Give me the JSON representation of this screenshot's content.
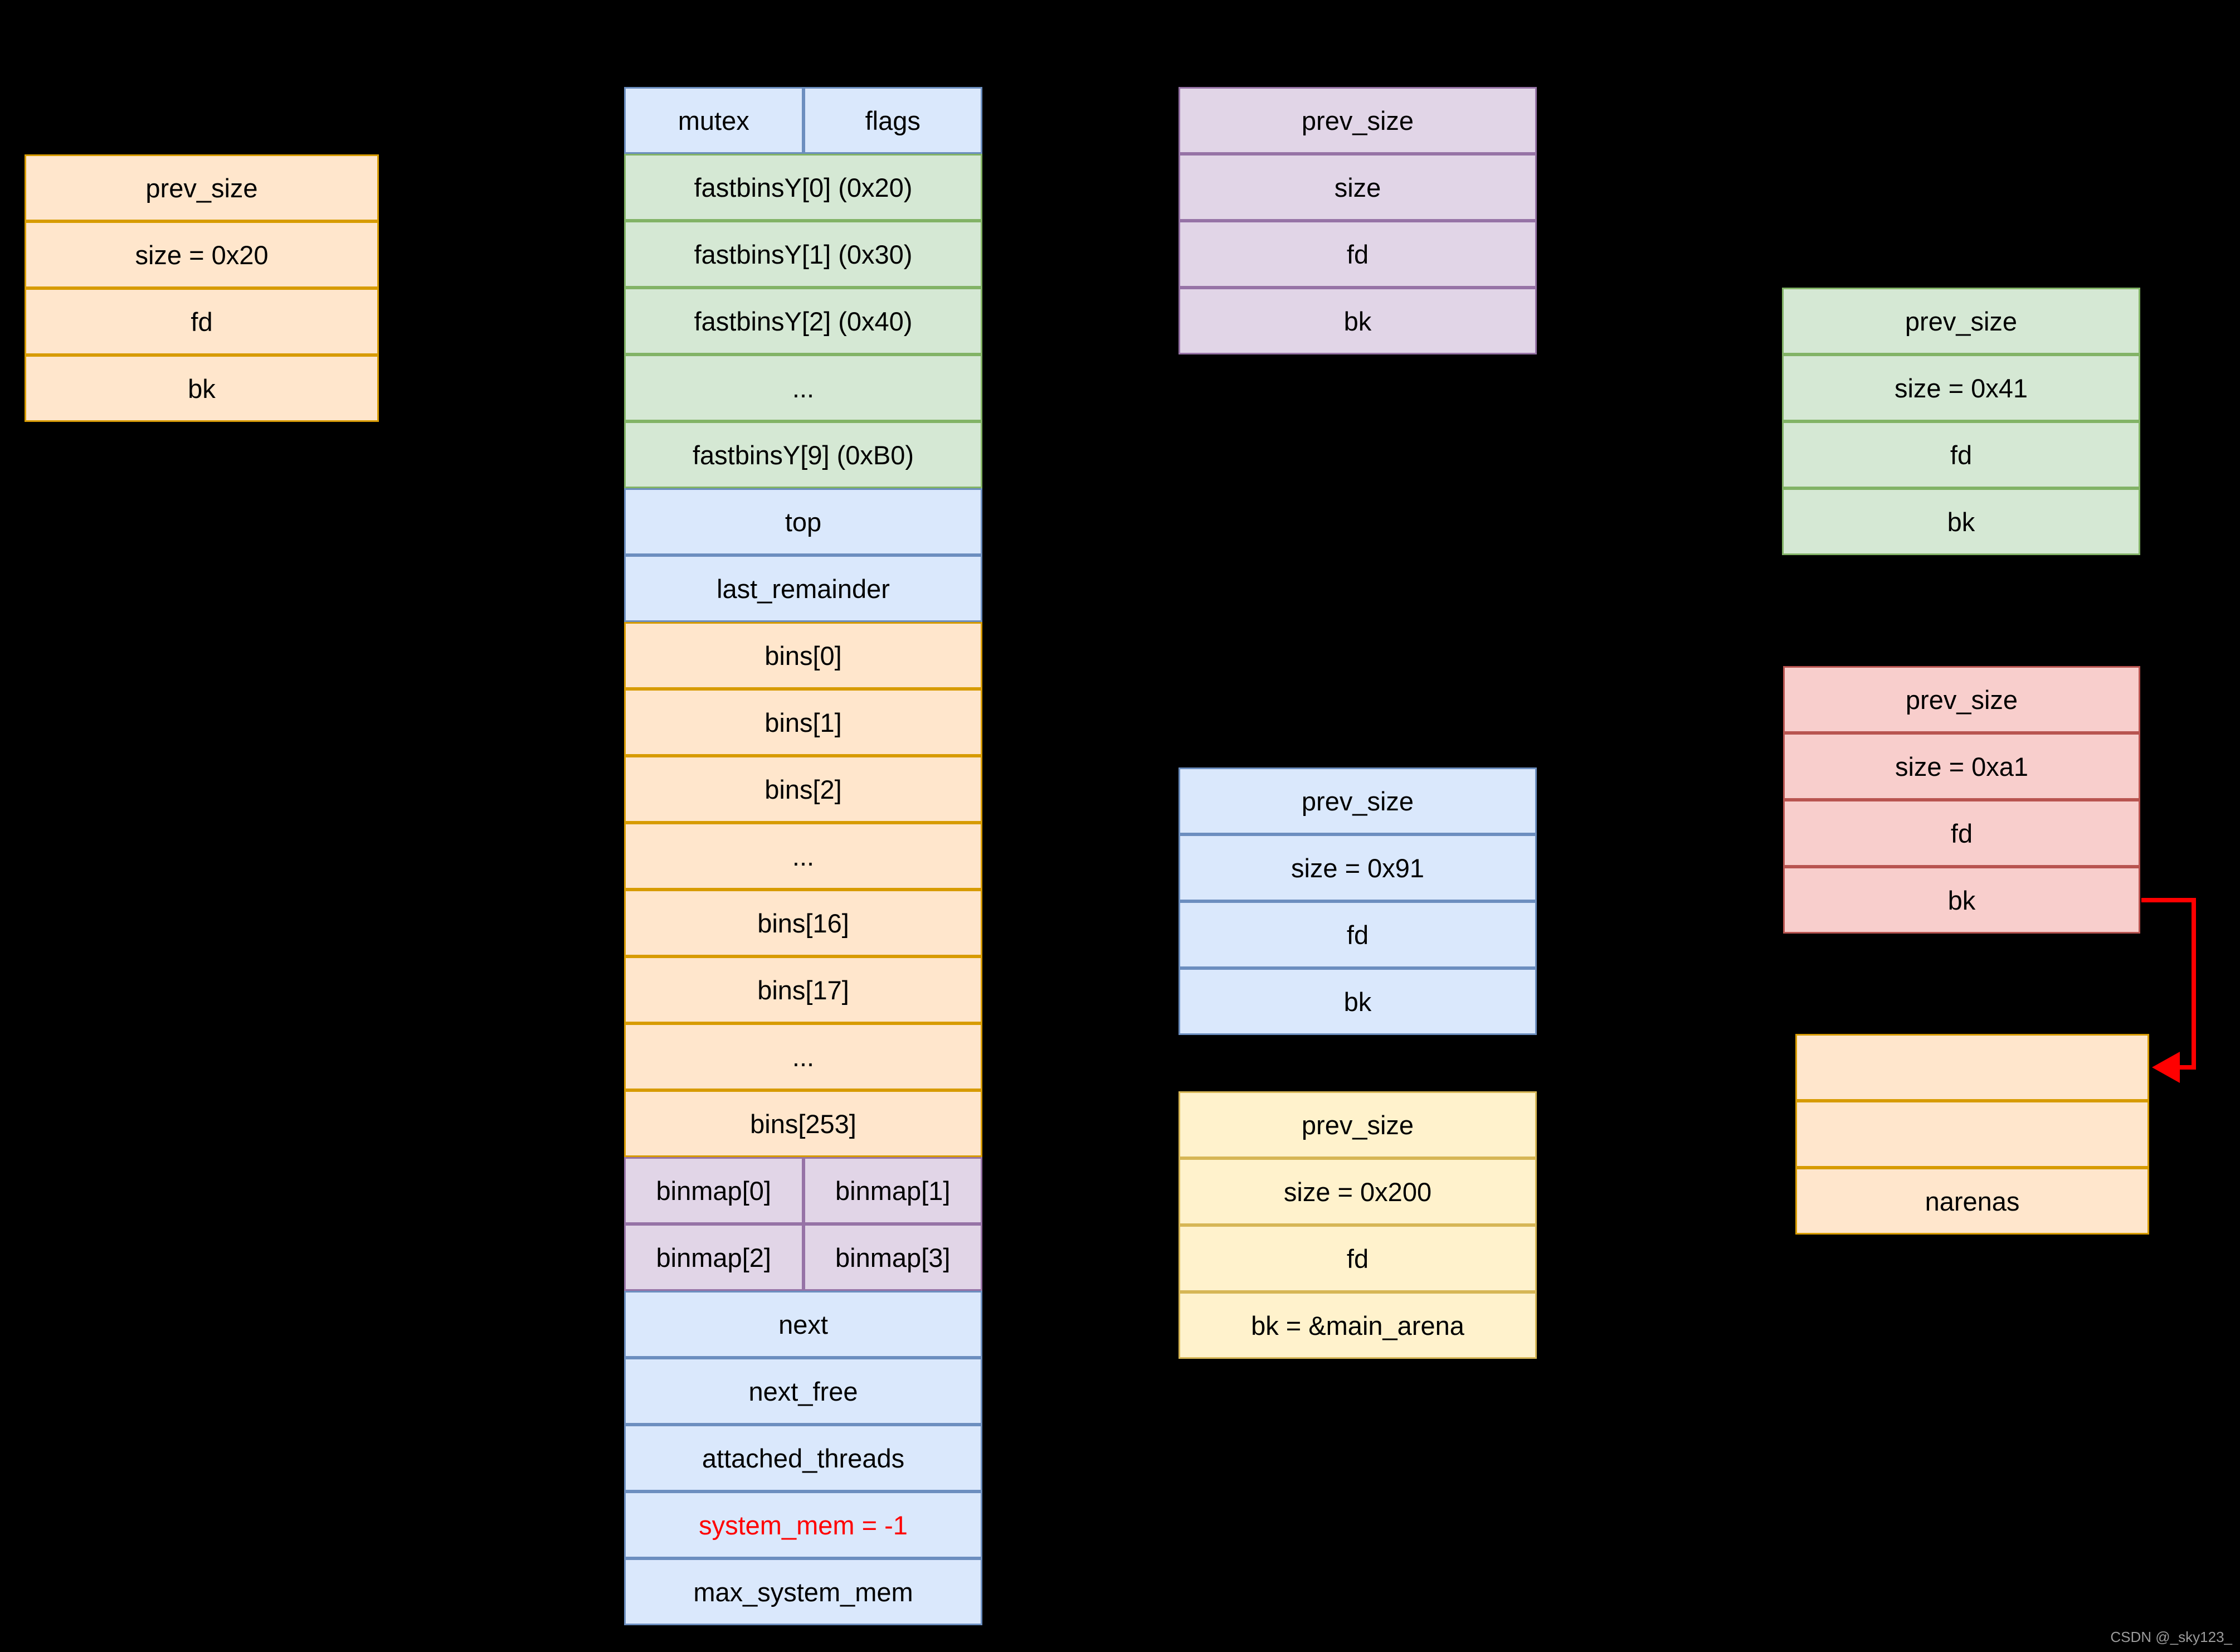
{
  "watermark": "CSDN @_sky123_",
  "colors": {
    "background": "#000000",
    "orange_fill": "#ffe6cc",
    "orange_border": "#d79b00",
    "green_fill": "#d5e8d4",
    "green_border": "#82b366",
    "blue_fill": "#dae8fc",
    "blue_border": "#6c8ebf",
    "purple_fill": "#e1d5e7",
    "purple_border": "#9673a6",
    "yellow_fill": "#fff2cc",
    "yellow_border": "#d6b656",
    "pink_fill": "#f8cecc",
    "pink_border": "#b85450",
    "arrow": "#ff0000",
    "highlight_text": "#ff0000"
  },
  "free_chunk": {
    "rows": [
      "prev_size",
      "size = 0x20",
      "fd",
      "bk"
    ]
  },
  "main_arena": {
    "mutex": "mutex",
    "flags": "flags",
    "fastbins": [
      "fastbinsY[0] (0x20)",
      "fastbinsY[1] (0x30)",
      "fastbinsY[2] (0x40)",
      "...",
      "fastbinsY[9] (0xB0)"
    ],
    "top": "top",
    "last_remainder": "last_remainder",
    "bins": [
      "bins[0]",
      "bins[1]",
      "bins[2]",
      "...",
      "bins[16]",
      "bins[17]",
      "...",
      "bins[253]"
    ],
    "binmap": [
      "binmap[0]",
      "binmap[1]",
      "binmap[2]",
      "binmap[3]"
    ],
    "next": "next",
    "next_free": "next_free",
    "attached_threads": "attached_threads",
    "system_mem": "system_mem = -1",
    "max_system_mem": "max_system_mem"
  },
  "purple_chunk": {
    "rows": [
      "prev_size",
      "size",
      "fd",
      "bk"
    ]
  },
  "blue_chunk": {
    "rows": [
      "prev_size",
      "size = 0x91",
      "fd",
      "bk"
    ]
  },
  "yellow_chunk": {
    "rows": [
      "prev_size",
      "size = 0x200",
      "fd",
      "bk = &main_arena"
    ]
  },
  "green_chunk": {
    "rows": [
      "prev_size",
      "size = 0x41",
      "fd",
      "bk"
    ]
  },
  "red_chunk": {
    "rows": [
      "prev_size",
      "size = 0xa1",
      "fd",
      "bk"
    ]
  },
  "narenas_box": {
    "rows": [
      "",
      "",
      "narenas"
    ]
  }
}
